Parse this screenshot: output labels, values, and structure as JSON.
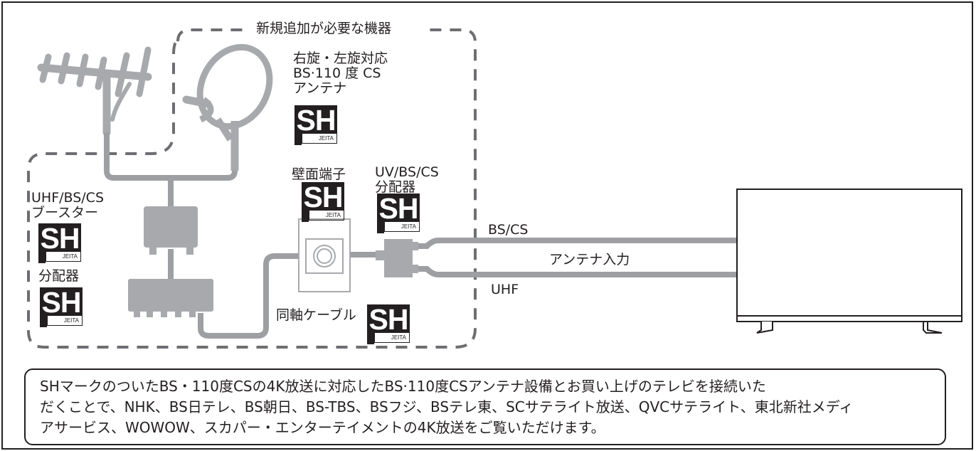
{
  "region_label": "新規追加が必要な機器",
  "dish_label": "右旋・左旋対応\nBS·110 度 CS\nアンテナ",
  "wall_label": "壁面端子",
  "splitter_uv_label": "UV/BS/CS\n分配器",
  "booster_label": "UHF/BS/CS\nブースター",
  "splitter_label": "分配器",
  "cable_label": "同軸ケーブル",
  "line_bscs_label": "BS/CS",
  "line_input_label": "アンテナ入力",
  "line_uhf_label": "UHF",
  "sh_mark": {
    "main": "SH",
    "sub": "JEITA"
  },
  "note_text": "SHマークのついたBS・110度CSの4K放送に対応したBS·110度CSアンテナ設備とお買い上げのテレビを接続いた\nだくことで、NHK、BS日テレ、BS朝日、BS-TBS、BSフジ、BSテレ東、SCサテライト放送、QVCサテライト、東北新社メディ\nアサービス、WOWOW、スカパー・エンターテイメントの4K放送をご覧いただけます。",
  "colors": {
    "ink": "#231f20",
    "device_gray": "#a7a9ac",
    "cable_gray": "#9d9fa2"
  }
}
